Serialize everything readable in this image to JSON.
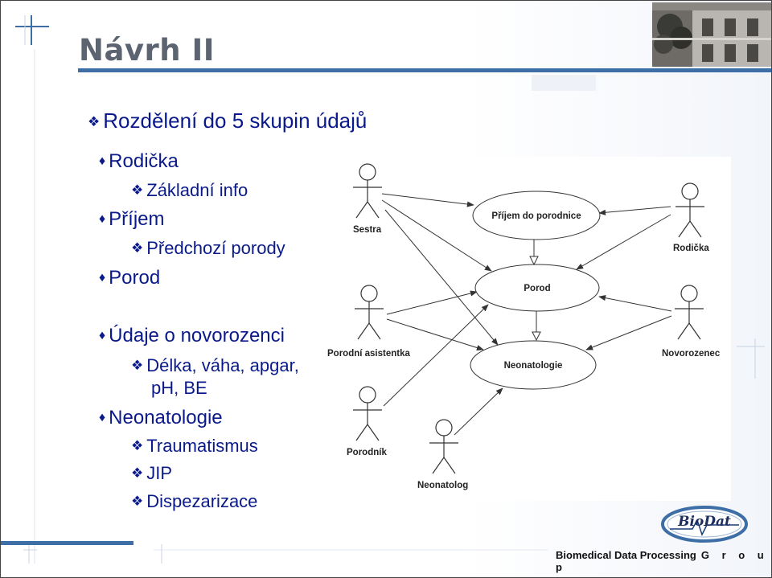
{
  "slide": {
    "title": "Návrh II",
    "main_bullet": "Rozdělení do 5 skupin údajů",
    "groups": [
      {
        "label": "Rodička",
        "items": [
          "Základní info"
        ]
      },
      {
        "label": "Příjem",
        "items": [
          "Předchozí porody"
        ]
      },
      {
        "label": "Porod",
        "items": []
      },
      {
        "label": "Údaje o novorozenci",
        "items": [
          "Délka, váha, apgar,",
          "pH, BE"
        ]
      },
      {
        "label": "Neonatologie",
        "items": [
          "Traumatismus",
          "JIP",
          "Dispezarizace"
        ]
      }
    ]
  },
  "diagram": {
    "actors": [
      "Sestra",
      "Rodička",
      "Porodní asistentka",
      "Novorozenec",
      "Porodník",
      "Neonatolog"
    ],
    "use_cases": [
      "Příjem do porodnice",
      "Porod",
      "Neonatologie"
    ]
  },
  "footer": {
    "text": "Biomedical Data Processing",
    "group": "G r o u p",
    "logo_text": "BioDat"
  },
  "colors": {
    "accent": "#3d6ea6",
    "bullet_text": "#0a1a8a",
    "title": "#5b6470"
  }
}
